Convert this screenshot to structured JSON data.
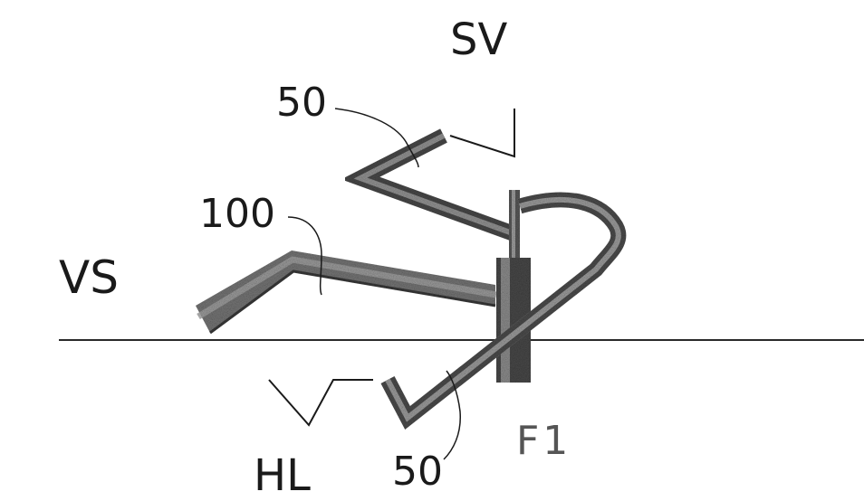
{
  "labels": {
    "sv": "SV",
    "ref_50_top": "50",
    "ref_100": "100",
    "vs": "VS",
    "f1": "F1",
    "hl": "HL",
    "ref_50_bottom": "50"
  },
  "colors": {
    "background": "#ffffff",
    "line": "#1a1a1a",
    "pipe_dark": "#3c3c3c",
    "pipe_mid": "#808080",
    "pipe_light": "#b5b5b5"
  }
}
